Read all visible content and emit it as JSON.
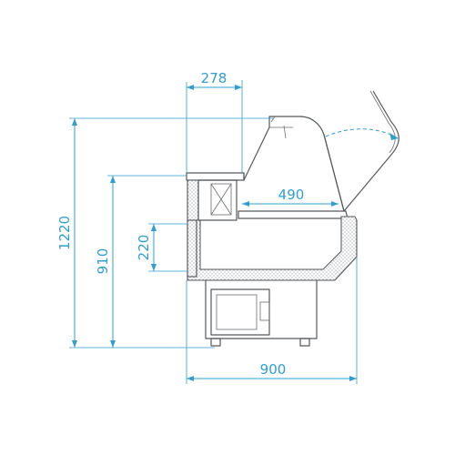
{
  "dimensions": {
    "depth_top": "278",
    "height_total": "1220",
    "height_counter": "910",
    "depth_shelf": "490",
    "height_drawer": "220",
    "width_base": "900"
  },
  "colors": {
    "dimension": "#2f9fd0",
    "outline": "#555a5e"
  }
}
